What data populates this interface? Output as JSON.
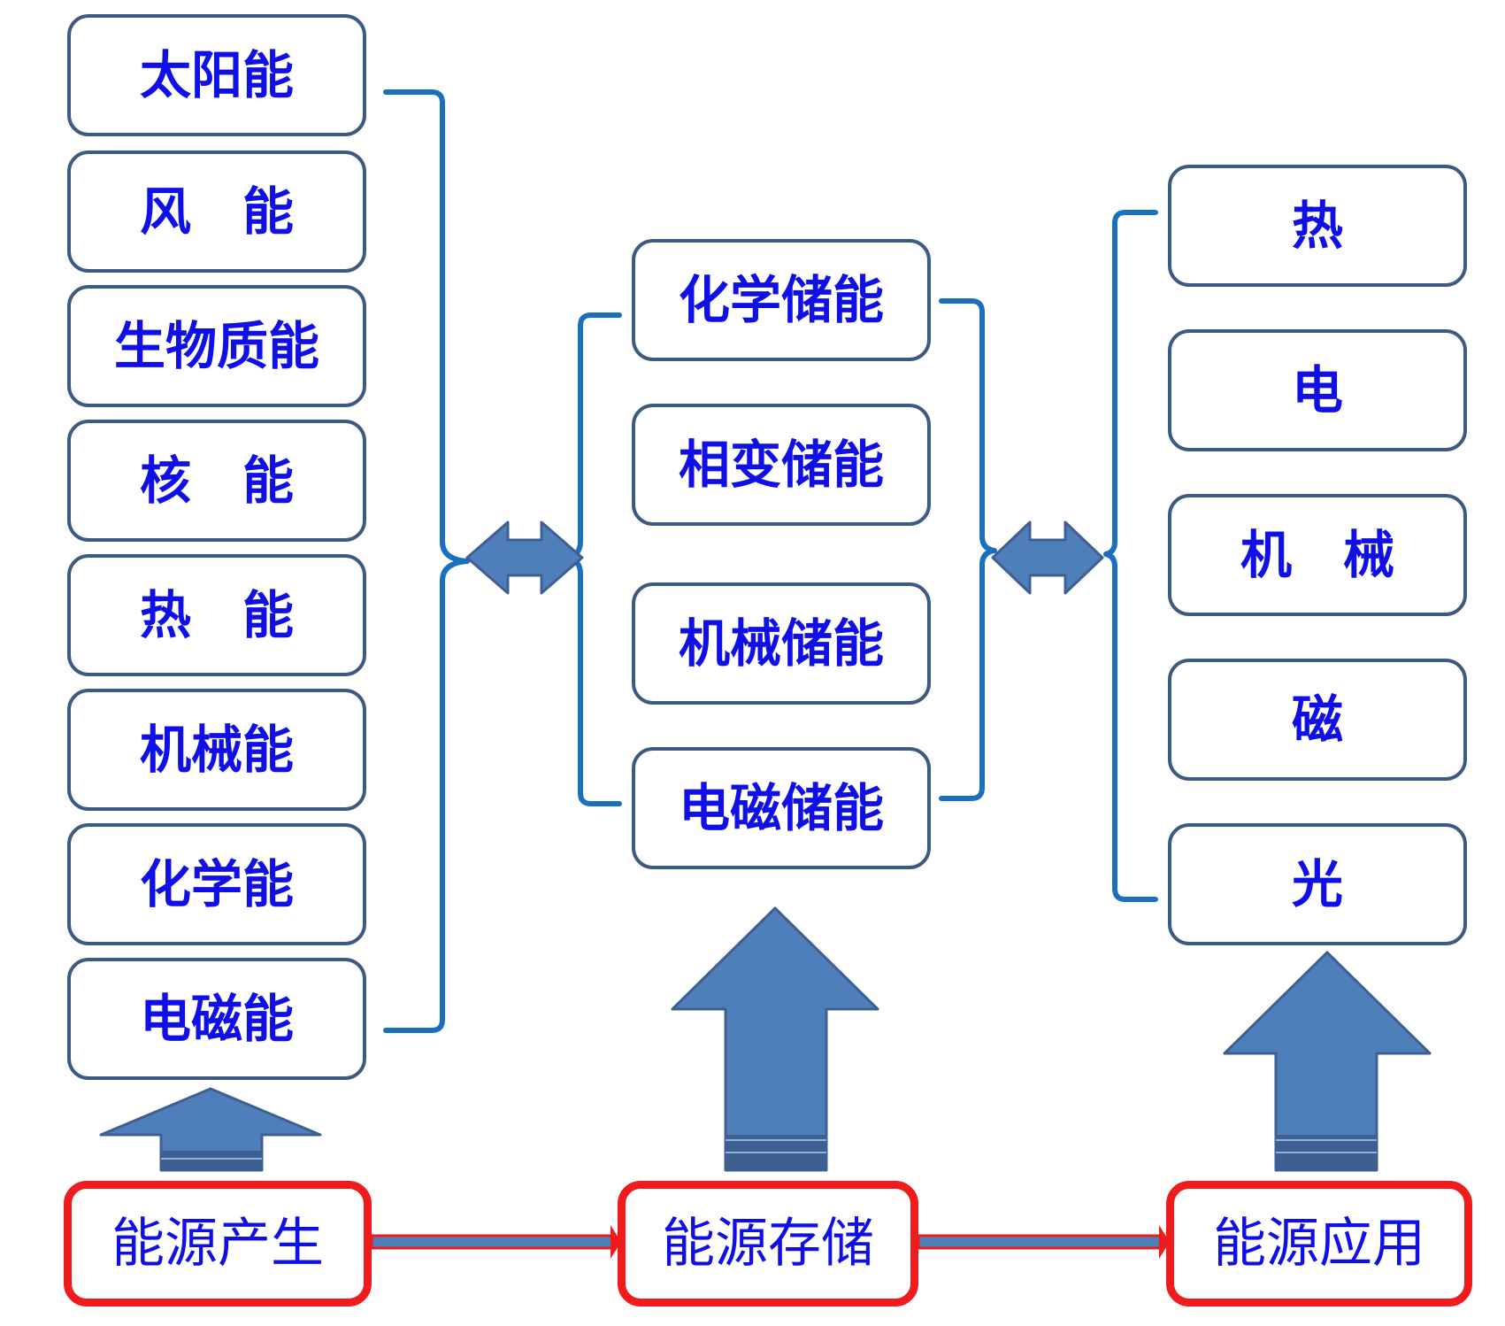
{
  "colors": {
    "text": "#1010e6",
    "box_border": "#3e5a82",
    "bracket": "#1a6fbf",
    "arrow_fill": "#4f7fbb",
    "arrow_stroke": "#3d5f92",
    "stage_border": "#ee1c1c"
  },
  "sources": {
    "items": [
      "太阳能",
      "风　能",
      "生物质能",
      "核　能",
      "热　能",
      "机械能",
      "化学能",
      "电磁能"
    ]
  },
  "storage": {
    "items": [
      "化学储能",
      "相变储能",
      "机械储能",
      "电磁储能"
    ]
  },
  "applications": {
    "items": [
      "热",
      "电",
      "机　械",
      "磁",
      "光"
    ]
  },
  "stages": {
    "production": "能源产生",
    "storage": "能源存储",
    "application": "能源应用"
  },
  "icons": {
    "double_arrow": "double-arrow-icon",
    "up_arrow": "up-arrow-icon",
    "right_arrow": "right-arrow-icon"
  }
}
